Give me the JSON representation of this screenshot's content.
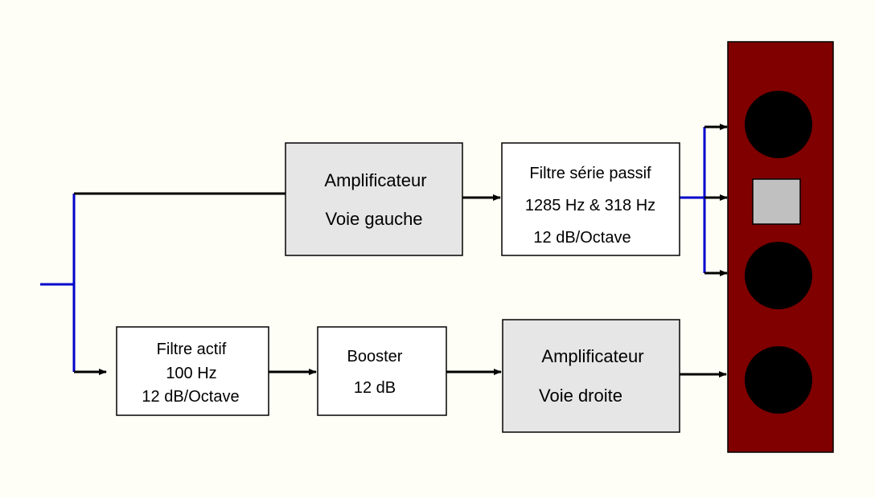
{
  "colors": {
    "background": "#fefef6",
    "signal_blue": "#0000cc",
    "wire_black": "#000000",
    "amp_fill": "#e6e6e6",
    "filter_fill": "#ffffff",
    "cabinet": "#800000",
    "driver": "#000000",
    "tweeter": "#c0c0c0"
  },
  "blocks": {
    "amp_left": {
      "line1": "Amplificateur",
      "line2": "Voie gauche"
    },
    "passive_filter": {
      "line1": "Filtre série passif",
      "line2": "1285 Hz & 318 Hz",
      "line3": "12 dB/Octave"
    },
    "active_filter": {
      "line1": "Filtre actif",
      "line2": "100 Hz",
      "line3": "12 dB/Octave"
    },
    "booster": {
      "line1": "Booster",
      "line2": "12 dB"
    },
    "amp_right": {
      "line1": "Amplificateur",
      "line2": "Voie droite"
    }
  },
  "speaker": {
    "drivers": [
      "woofer-icon",
      "tweeter-icon",
      "midrange-icon",
      "subwoofer-icon"
    ]
  }
}
